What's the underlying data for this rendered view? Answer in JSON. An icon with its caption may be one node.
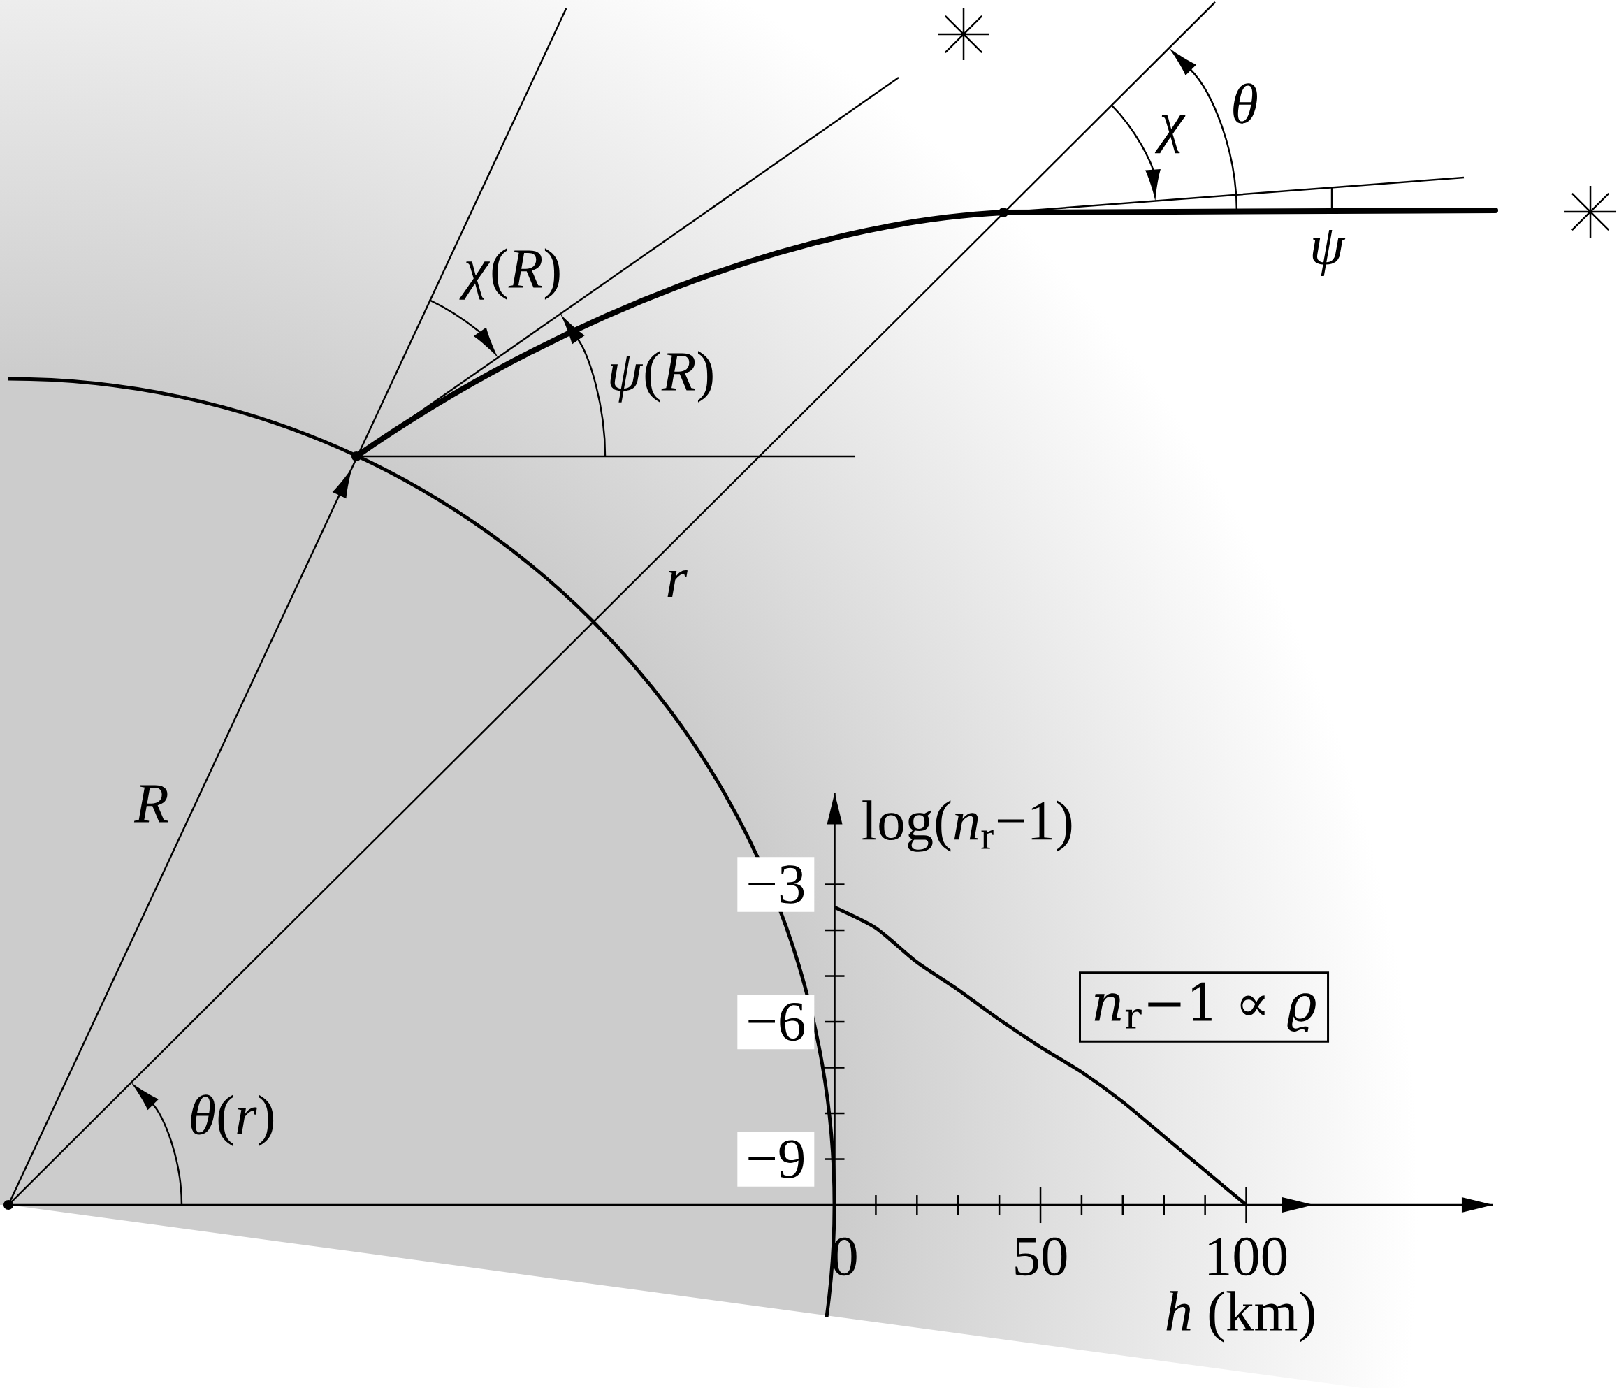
{
  "diagram": {
    "nodes": [
      {
        "text": [
          "*n*$_{r}$−1 ∝ *ϱ*"
        ]
      }
    ],
    "labels": [
      "θ",
      "χ",
      "ψ",
      "*χ*(*R*)",
      "*ψ*(*R*)",
      "r",
      "R",
      "*θ*(*r*)",
      "log(*n*$_{r}$−1)",
      "−3",
      "−6",
      "−9",
      "0",
      "50",
      "100",
      "*h* (km)"
    ]
  }
}
